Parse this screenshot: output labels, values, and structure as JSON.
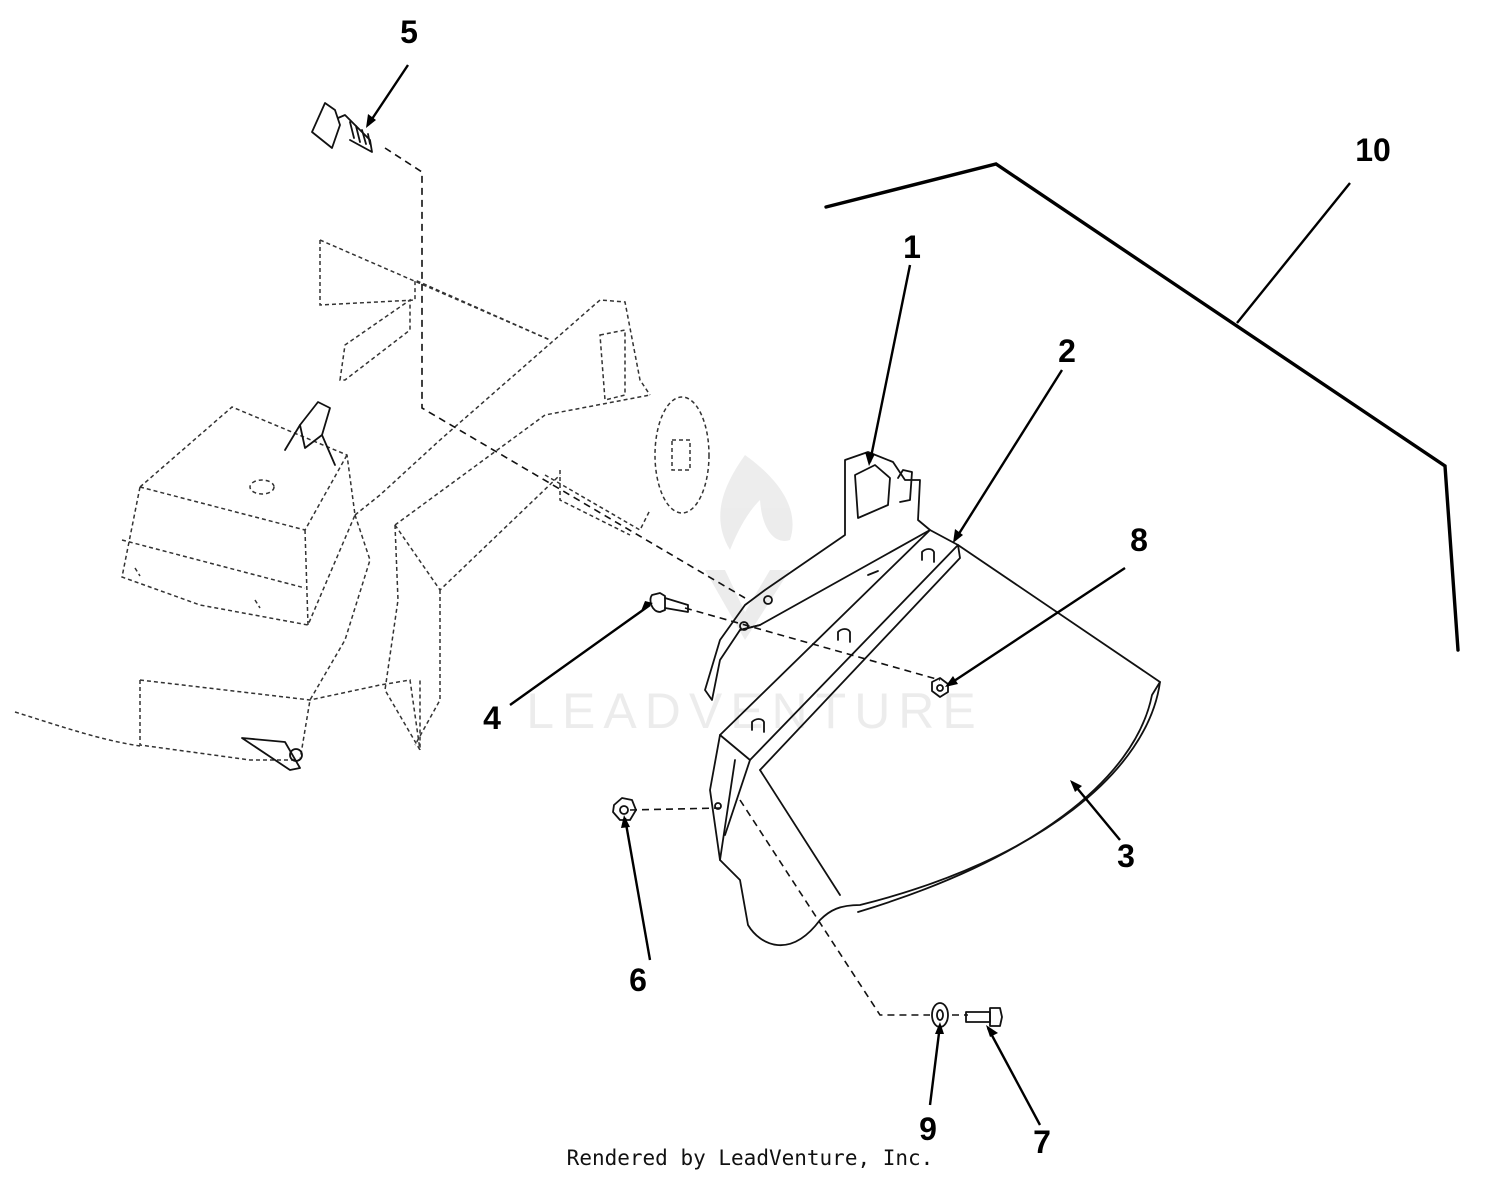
{
  "diagram": {
    "callouts": {
      "c1": "1",
      "c2": "2",
      "c3": "3",
      "c4": "4",
      "c5": "5",
      "c6": "6",
      "c7": "7",
      "c8": "8",
      "c9": "9",
      "c10": "10"
    },
    "watermark": "LEADVENTURE",
    "footer": "Rendered by LeadVenture, Inc."
  }
}
